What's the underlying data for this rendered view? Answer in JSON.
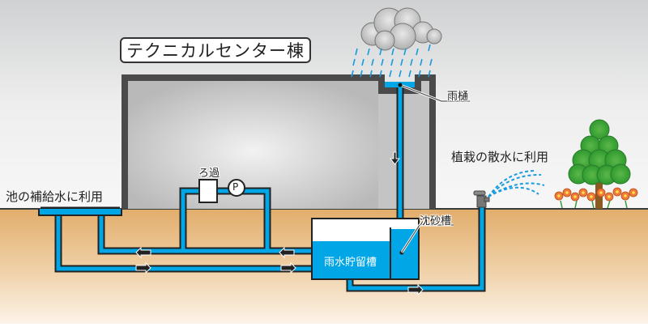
{
  "diagram": {
    "title": "テクニカルセンター棟",
    "labels": {
      "gutter": "雨樋",
      "filtration": "ろ過",
      "pump": "P",
      "pond": "池の補給水に利用",
      "sand_trap": "沈砂槽",
      "storage_tank": "雨水貯留槽",
      "irrigation": "植栽の散水に利用"
    },
    "colors": {
      "water": "#00a6e6",
      "pipe_outline": "#222222",
      "building_wall": "#4a4a4a",
      "building_fill": "#cfcfcf",
      "soil_top": "#e2ad6b",
      "soil_bottom": "#fbf0e2",
      "tree_green": "#3fa23a",
      "flower_orange": "#f07a3a"
    },
    "flow_arrows": [
      {
        "location": "downpipe",
        "direction": "down"
      },
      {
        "location": "pond-return-left",
        "direction": "left"
      },
      {
        "location": "pond-feed-right",
        "direction": "right"
      },
      {
        "location": "filter-loop-left",
        "direction": "left"
      },
      {
        "location": "tank-feed-right",
        "direction": "right"
      },
      {
        "location": "irrigation-feed",
        "direction": "right"
      }
    ]
  }
}
